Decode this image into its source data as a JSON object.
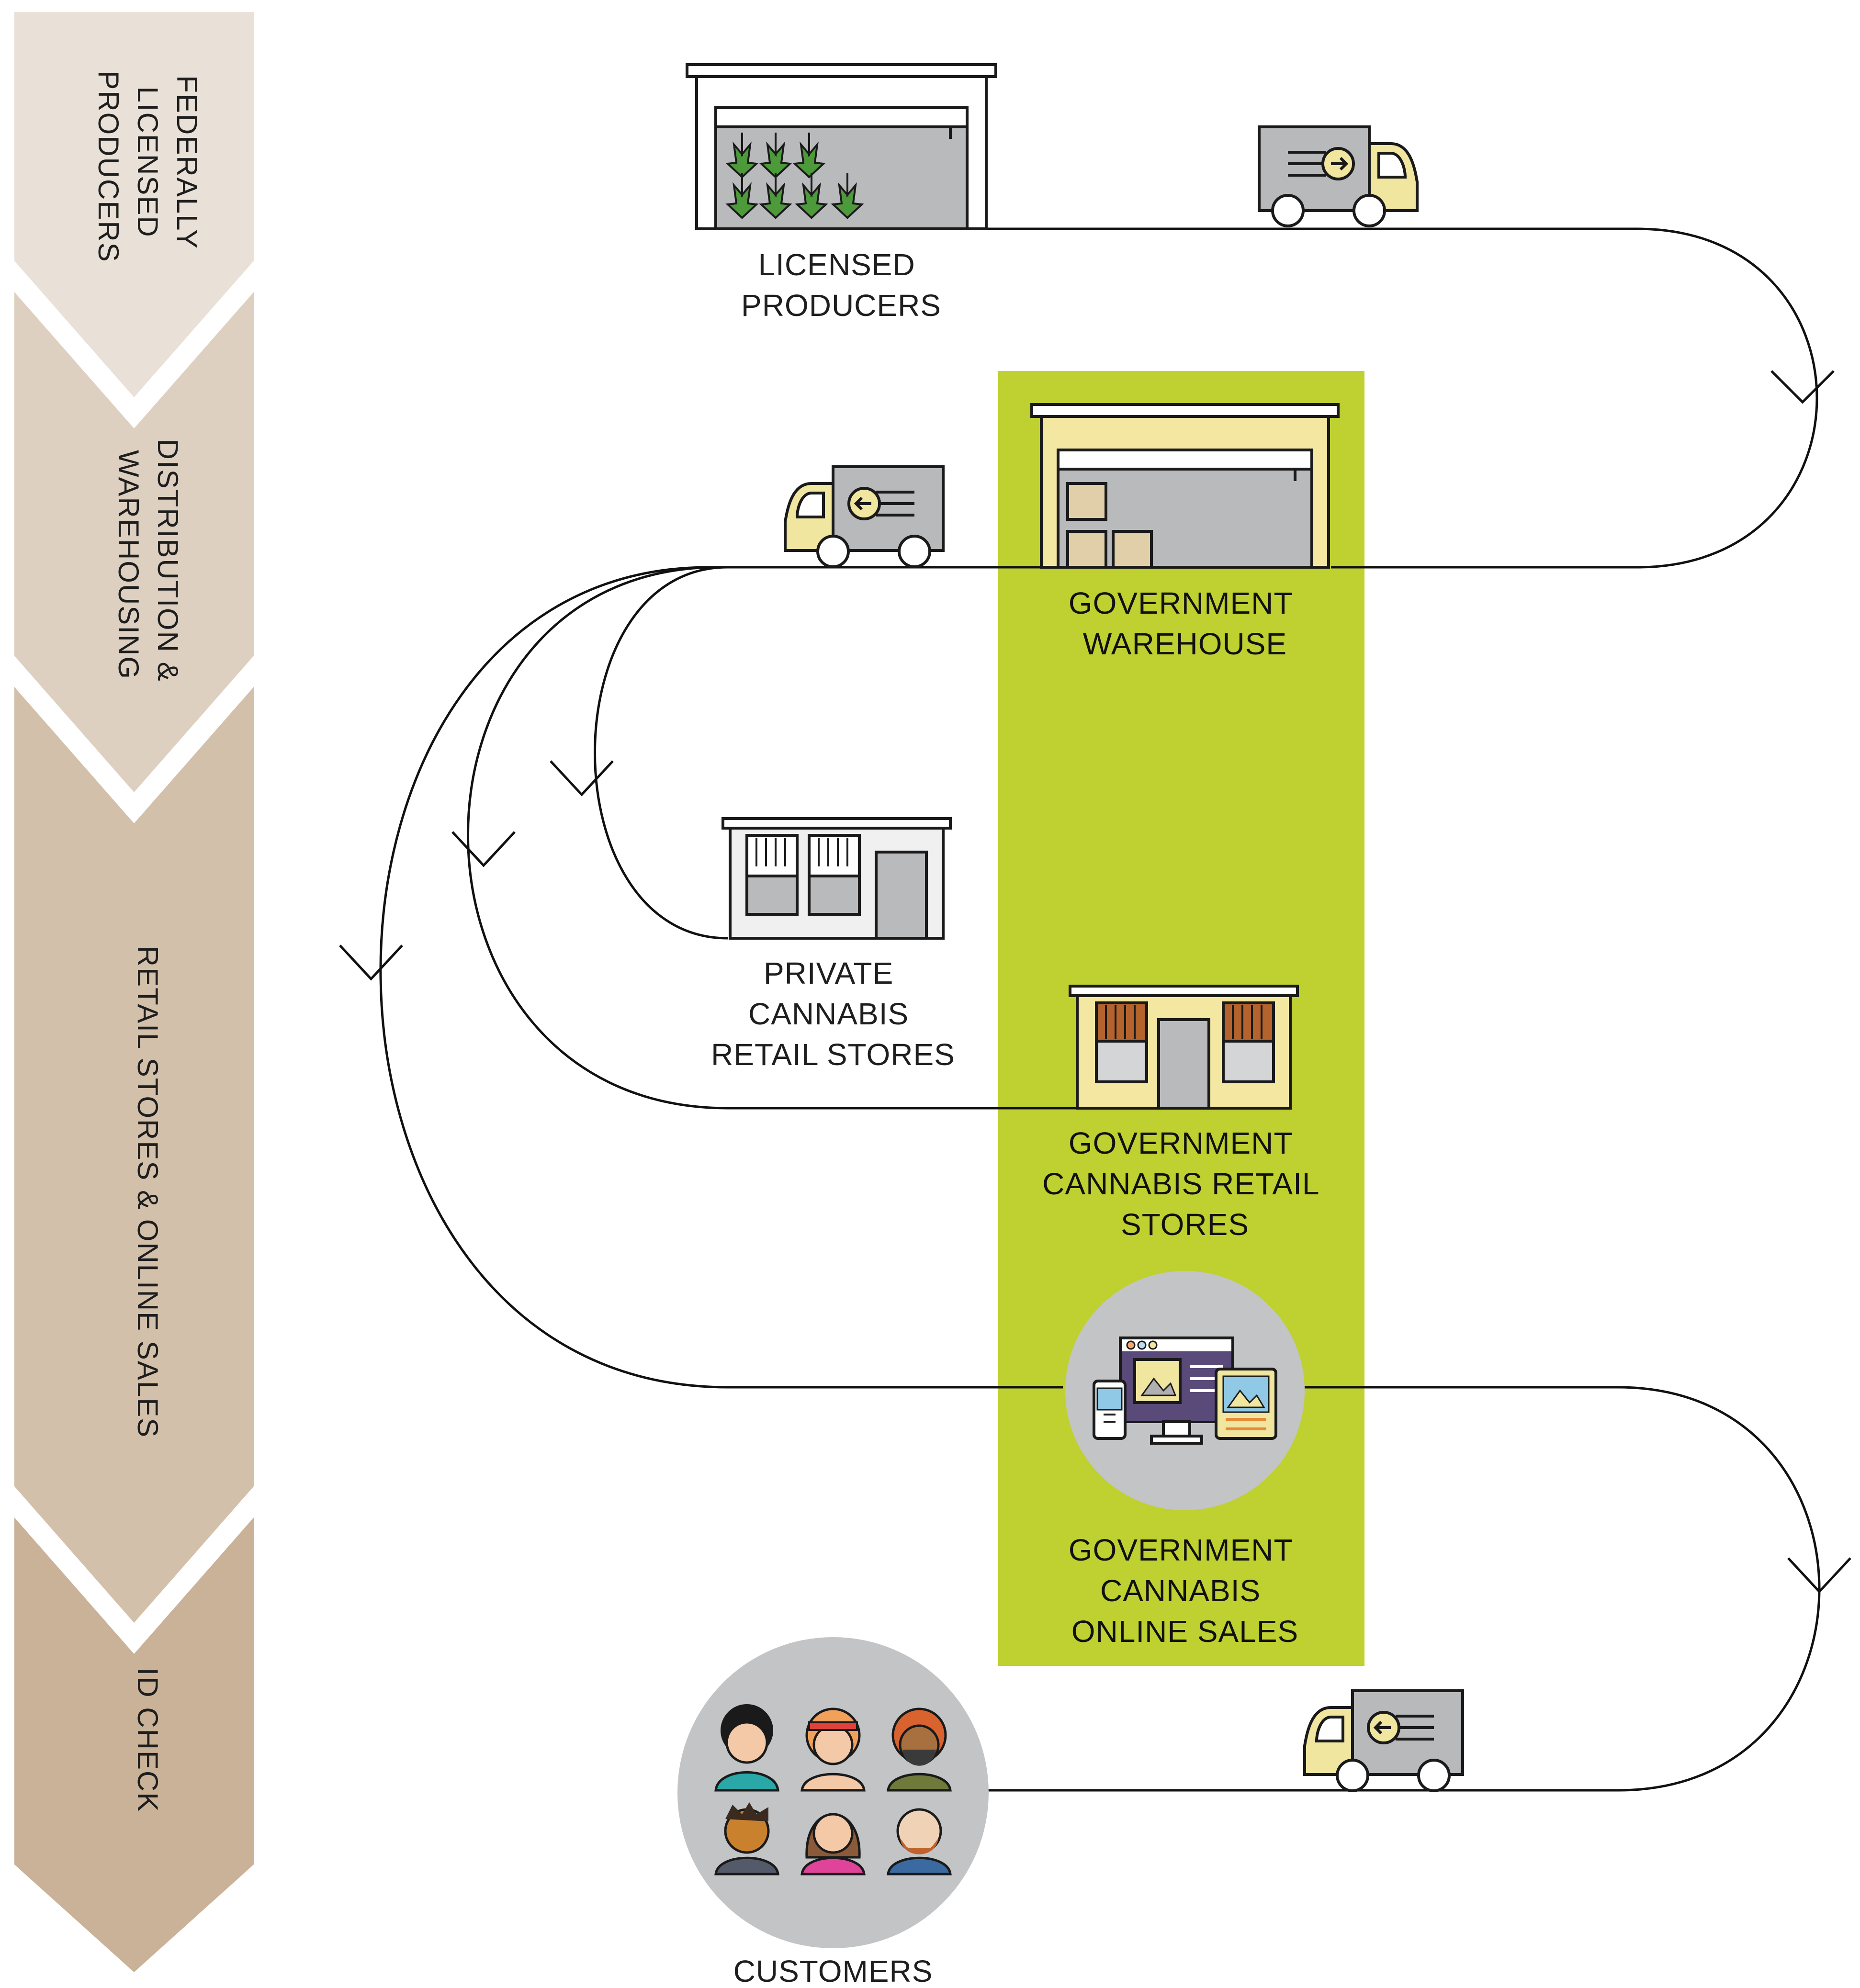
{
  "stages": [
    {
      "label_lines": [
        "FEDERALLY",
        "LICENSED",
        "PRODUCERS"
      ],
      "color": "#e9e1d7"
    },
    {
      "label_lines": [
        "DISTRIBUTION &",
        "WAREHOUSING"
      ],
      "color": "#ddd0c0"
    },
    {
      "label_lines": [
        "RETAIL STORES & ONLINE SALES"
      ],
      "color": "#d3c0aa"
    },
    {
      "label_lines": [
        "ID CHECK"
      ],
      "color": "#c9b298"
    }
  ],
  "nodes": {
    "licensed_producers": [
      "LICENSED",
      "PRODUCERS"
    ],
    "government_warehouse": [
      "GOVERNMENT",
      "WAREHOUSE"
    ],
    "private_retail": [
      "PRIVATE",
      "CANNABIS",
      "RETAIL STORES"
    ],
    "government_retail": [
      "GOVERNMENT",
      "CANNABIS RETAIL",
      "STORES"
    ],
    "government_online": [
      "GOVERNMENT",
      "CANNABIS",
      "ONLINE SALES"
    ],
    "customers": [
      "CUSTOMERS"
    ]
  },
  "colors": {
    "government_highlight": "#bfd130",
    "truck_body": "#b8b9bb",
    "truck_cab": "#f1e6a0",
    "building_yellow": "#f3e7a2",
    "building_gray": "#b9babc",
    "leaf": "#4d9a3a",
    "circle_bg": "#c3c4c6"
  }
}
